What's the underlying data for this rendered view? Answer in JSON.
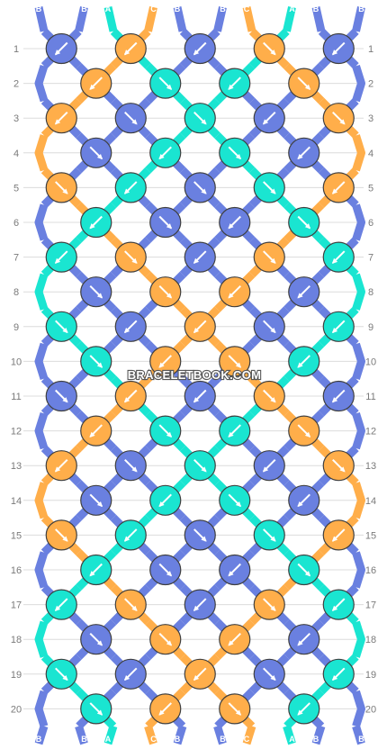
{
  "watermark": "BRACELETBOOK.COM",
  "colors": {
    "A": "#1ae5d1",
    "B": "#6a80e0",
    "C": "#ffae4a"
  },
  "strings_top": [
    "B",
    "B",
    "A",
    "C",
    "B",
    "B",
    "C",
    "A",
    "B",
    "B"
  ],
  "strings_bottom": [
    "B",
    "B",
    "A",
    "C",
    "B",
    "B",
    "C",
    "A",
    "B",
    "B"
  ],
  "row_numbers": [
    "1",
    "2",
    "3",
    "4",
    "5",
    "6",
    "7",
    "8",
    "9",
    "10",
    "11",
    "12",
    "13",
    "14",
    "15",
    "16",
    "17",
    "18",
    "19",
    "20"
  ],
  "rows": [
    [
      [
        "B",
        "sw"
      ],
      [
        "C",
        "sw"
      ],
      [
        "B",
        "sw"
      ],
      [
        "C",
        "se"
      ],
      [
        "B",
        "sw"
      ]
    ],
    [
      [
        "C",
        "sw"
      ],
      [
        "A",
        "se"
      ],
      [
        "A",
        "sw"
      ],
      [
        "C",
        "se"
      ]
    ],
    [
      [
        "C",
        "sw"
      ],
      [
        "B",
        "se"
      ],
      [
        "A",
        "se"
      ],
      [
        "B",
        "sw"
      ],
      [
        "C",
        "se"
      ]
    ],
    [
      [
        "B",
        "se"
      ],
      [
        "A",
        "sw"
      ],
      [
        "A",
        "se"
      ],
      [
        "B",
        "sw"
      ]
    ],
    [
      [
        "C",
        "se"
      ],
      [
        "A",
        "sw"
      ],
      [
        "B",
        "se"
      ],
      [
        "A",
        "se"
      ],
      [
        "C",
        "sw"
      ]
    ],
    [
      [
        "A",
        "sw"
      ],
      [
        "B",
        "se"
      ],
      [
        "B",
        "sw"
      ],
      [
        "A",
        "se"
      ]
    ],
    [
      [
        "A",
        "sw"
      ],
      [
        "C",
        "se"
      ],
      [
        "B",
        "sw"
      ],
      [
        "C",
        "se"
      ],
      [
        "A",
        "sw"
      ]
    ],
    [
      [
        "B",
        "se"
      ],
      [
        "C",
        "se"
      ],
      [
        "C",
        "sw"
      ],
      [
        "B",
        "sw"
      ]
    ],
    [
      [
        "A",
        "se"
      ],
      [
        "B",
        "sw"
      ],
      [
        "C",
        "sw"
      ],
      [
        "B",
        "se"
      ],
      [
        "A",
        "sw"
      ]
    ],
    [
      [
        "A",
        "se"
      ],
      [
        "C",
        "sw"
      ],
      [
        "C",
        "se"
      ],
      [
        "A",
        "sw"
      ]
    ],
    [
      [
        "B",
        "se"
      ],
      [
        "C",
        "sw"
      ],
      [
        "B",
        "sw"
      ],
      [
        "C",
        "se"
      ],
      [
        "B",
        "sw"
      ]
    ],
    [
      [
        "C",
        "sw"
      ],
      [
        "A",
        "se"
      ],
      [
        "A",
        "sw"
      ],
      [
        "C",
        "se"
      ]
    ],
    [
      [
        "C",
        "sw"
      ],
      [
        "B",
        "se"
      ],
      [
        "A",
        "se"
      ],
      [
        "B",
        "sw"
      ],
      [
        "C",
        "se"
      ]
    ],
    [
      [
        "B",
        "se"
      ],
      [
        "A",
        "sw"
      ],
      [
        "A",
        "se"
      ],
      [
        "B",
        "sw"
      ]
    ],
    [
      [
        "C",
        "se"
      ],
      [
        "A",
        "sw"
      ],
      [
        "B",
        "se"
      ],
      [
        "A",
        "se"
      ],
      [
        "C",
        "sw"
      ]
    ],
    [
      [
        "A",
        "sw"
      ],
      [
        "B",
        "se"
      ],
      [
        "B",
        "sw"
      ],
      [
        "A",
        "se"
      ]
    ],
    [
      [
        "A",
        "sw"
      ],
      [
        "C",
        "se"
      ],
      [
        "B",
        "sw"
      ],
      [
        "C",
        "se"
      ],
      [
        "A",
        "sw"
      ]
    ],
    [
      [
        "B",
        "se"
      ],
      [
        "C",
        "se"
      ],
      [
        "C",
        "sw"
      ],
      [
        "B",
        "sw"
      ]
    ],
    [
      [
        "A",
        "se"
      ],
      [
        "B",
        "sw"
      ],
      [
        "C",
        "sw"
      ],
      [
        "B",
        "se"
      ],
      [
        "A",
        "sw"
      ]
    ],
    [
      [
        "A",
        "se"
      ],
      [
        "C",
        "sw"
      ],
      [
        "C",
        "se"
      ],
      [
        "A",
        "sw"
      ]
    ]
  ]
}
